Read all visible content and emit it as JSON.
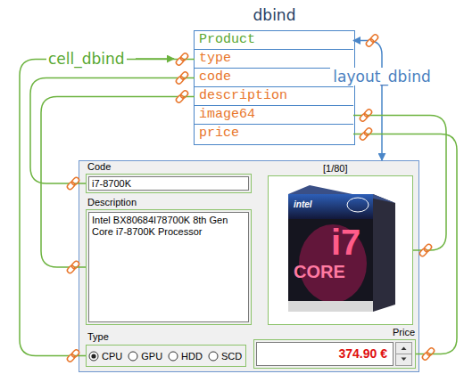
{
  "diagram": {
    "nodes": [
      {
        "text": [
          "dbind"
        ]
      },
      {
        "text": [
          "Product"
        ],
        "in": 0
      },
      {
        "text": [
          "type"
        ],
        "in": 0
      },
      {
        "text": [
          "code"
        ],
        "in": 0
      },
      {
        "text": [
          "description"
        ],
        "in": 0
      },
      {
        "text": [
          "image64"
        ],
        "in": 0
      },
      {
        "text": [
          "price"
        ],
        "in": 0
      },
      {
        "text": [
          "[1/80]"
        ]
      },
      {
        "text": [
          "Code",
          "i7-8700K"
        ],
        "in": 7
      },
      {
        "text": [
          "Description",
          "Intel BX80684I78700K 8th Gen Core i7-8700K Processor"
        ],
        "in": 7
      },
      {
        "text": [
          "intel",
          "CORE",
          "i7"
        ],
        "in": 7
      },
      {
        "text": [
          "Type",
          "CPU",
          "GPU",
          "HDD",
          "SCD"
        ],
        "in": 7
      },
      {
        "text": [
          "Price",
          "374.90 €"
        ],
        "in": 7
      }
    ],
    "edges": [
      {
        "from": 1,
        "to": 7,
        "arrow": "both",
        "label": "layout_dbind"
      },
      {
        "from": 2,
        "to": 11,
        "arrow": "none"
      },
      {
        "from": 3,
        "to": 8,
        "arrow": "none"
      },
      {
        "from": 4,
        "to": 9,
        "arrow": "none"
      },
      {
        "from": 5,
        "to": 10,
        "arrow": "none"
      },
      {
        "from": 6,
        "to": 12,
        "arrow": "none"
      }
    ],
    "labels": [
      "cell_dbind"
    ]
  }
}
